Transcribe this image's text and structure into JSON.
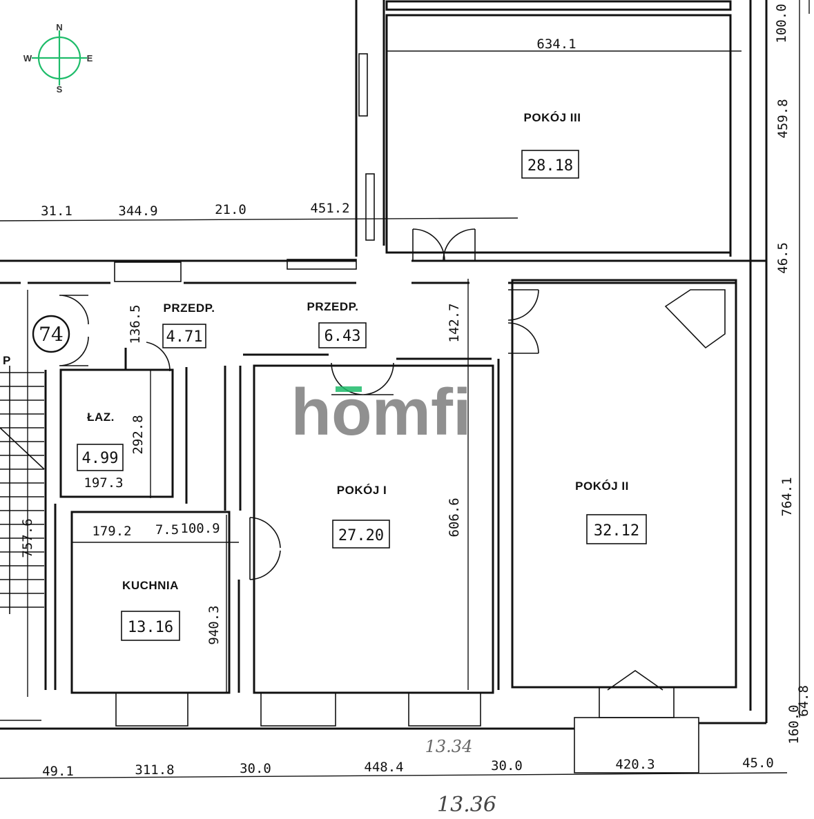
{
  "compass": {
    "n": "N",
    "s": "S",
    "e": "E",
    "w": "W",
    "color": "#1ebc6a"
  },
  "watermark": {
    "text": "homfi",
    "color": "#7d7d7d",
    "accent": "#1ebc6a"
  },
  "unit_label": "74",
  "stair_label": "P",
  "rooms": {
    "pokoj3": {
      "name": "POKÓJ III",
      "area": "28.18"
    },
    "pokoj2": {
      "name": "POKÓJ II",
      "area": "32.12"
    },
    "pokoj1": {
      "name": "POKÓJ I",
      "area": "27.20"
    },
    "przedp1": {
      "name": "PRZEDP.",
      "area": "4.71"
    },
    "przedp2": {
      "name": "PRZEDP.",
      "area": "6.43"
    },
    "laz": {
      "name": "ŁAZ.",
      "area": "4.99"
    },
    "kuchnia": {
      "name": "KUCHNIA",
      "area": "13.16"
    }
  },
  "dimensions": {
    "top_634": "634.1",
    "right_100": "100.0",
    "right_459": "459.8",
    "right_46": "46.5",
    "right_764": "764.1",
    "right_160": "160.0",
    "right_64": "64.8",
    "row_31": "31.1",
    "row_344": "344.9",
    "row_210": "21.0",
    "row_451": "451.2",
    "d_136": "136.5",
    "d_142": "142.7",
    "d_606": "606.6",
    "d_292": "292.8",
    "d_197": "197.3",
    "d_179": "179.2",
    "d_75": "7.5",
    "d_100": "100.9",
    "d_940": "940.3",
    "d_757": "757.6",
    "b_49": "49.1",
    "b_311": "311.8",
    "b_300": "30.0",
    "b_448": "448.4",
    "b_30": "30.0",
    "b_420": "420.3",
    "b_45": "45.0"
  },
  "handwritten": {
    "total_inner": "13.34",
    "total_outer": "13.36"
  }
}
